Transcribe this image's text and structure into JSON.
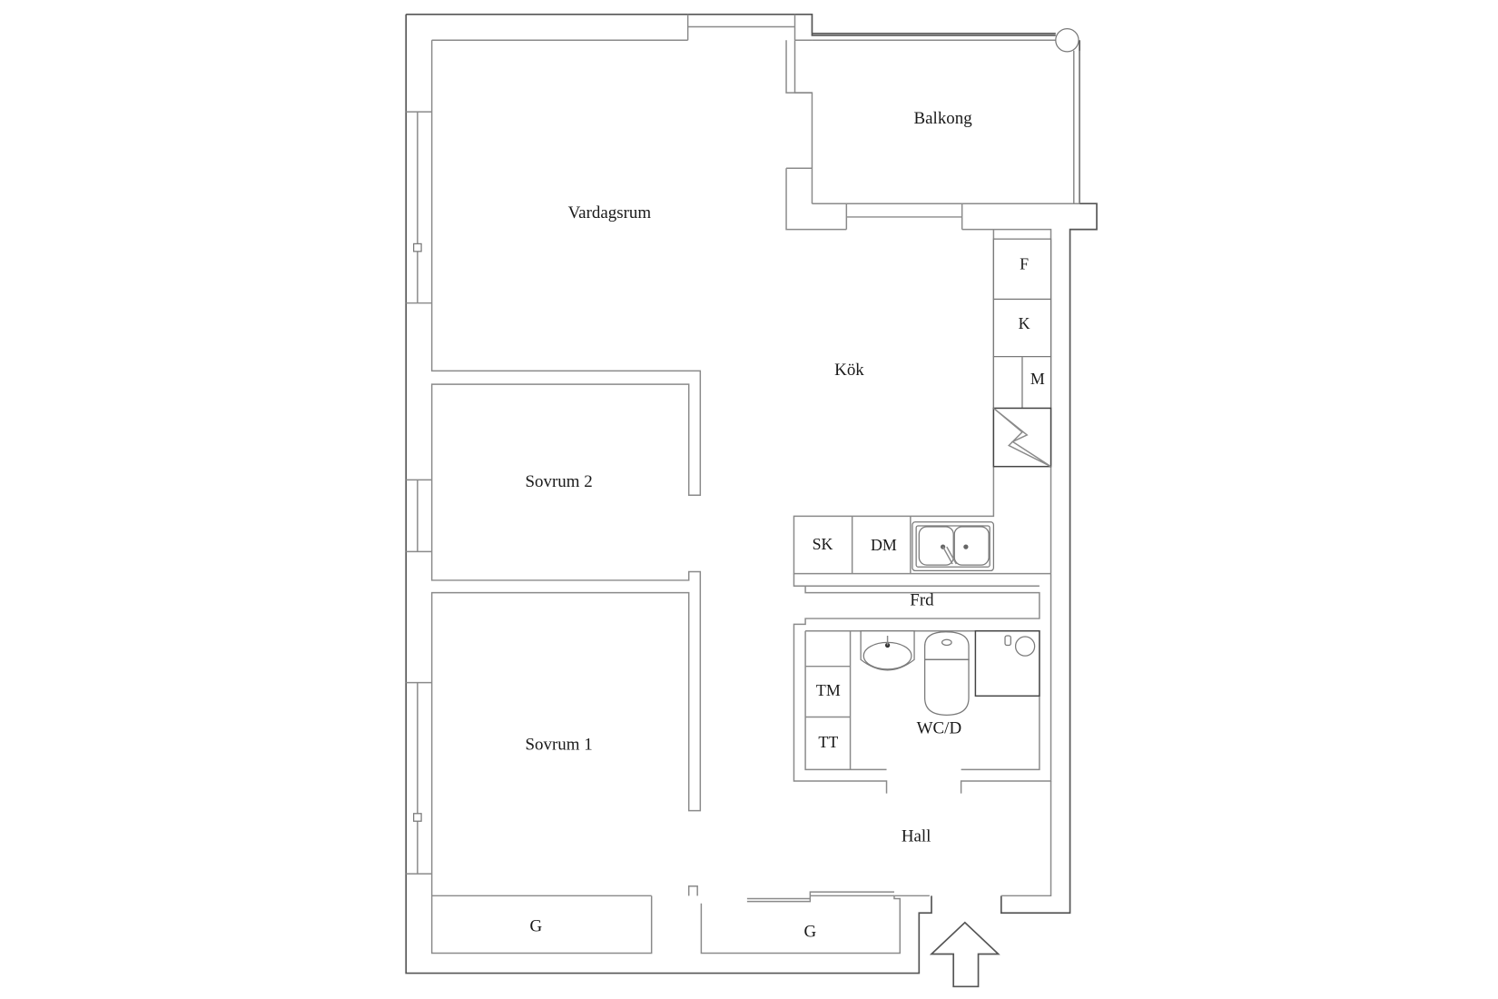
{
  "floorplan": {
    "rooms": {
      "vardagsrum": "Vardagsrum",
      "balkong": "Balkong",
      "kok": "Kök",
      "sovrum2": "Sovrum 2",
      "sovrum1": "Sovrum 1",
      "hall": "Hall",
      "wcd": "WC/D",
      "frd": "Frd",
      "garderob1": "G",
      "garderob2": "G"
    },
    "fixtures": {
      "fridge": "F",
      "freezer": "K",
      "microwave": "M",
      "dishcabinet": "SK",
      "dishwasher": "DM",
      "washer": "TM",
      "dryer": "TT"
    },
    "colors": {
      "wall": "#8a8a8a",
      "wall_dark": "#555555",
      "text": "#1a1a1a",
      "background": "#ffffff"
    }
  }
}
